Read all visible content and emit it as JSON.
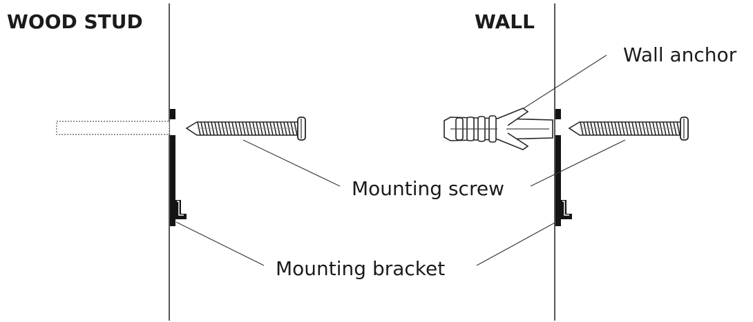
{
  "headings": {
    "left": "WOOD STUD",
    "right": "WALL"
  },
  "labels": {
    "wall_anchor": "Wall anchor",
    "mounting_screw": "Mounting screw",
    "mounting_bracket": "Mounting bracket"
  }
}
